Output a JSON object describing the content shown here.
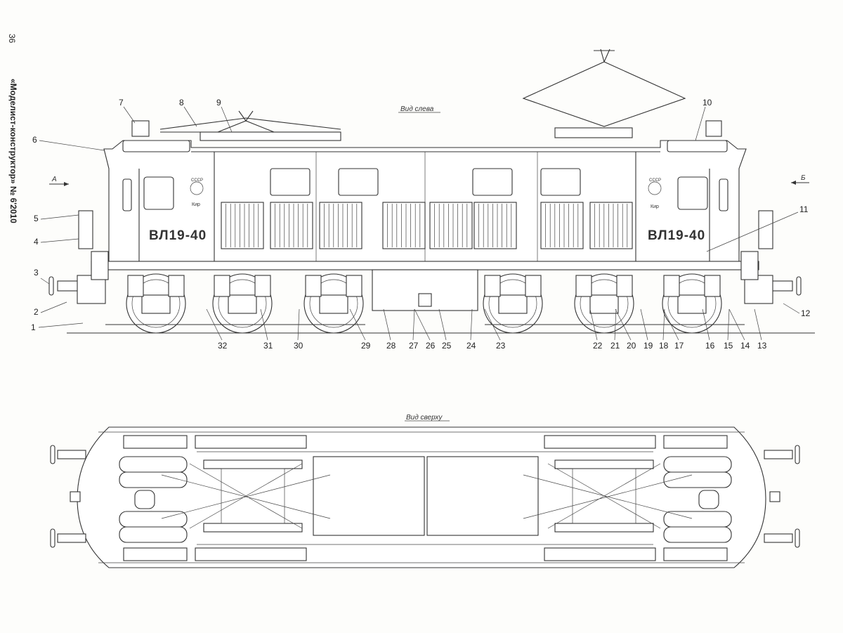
{
  "page_number": "36",
  "journal": "«Моделист-конструктор» № 6'2010",
  "views": {
    "side_title": "Вид слева",
    "top_title": "Вид сверху",
    "arrow_a": "А",
    "arrow_b": "Б"
  },
  "loco": {
    "number_left": "ВЛ19-40",
    "number_right": "ВЛ19-40",
    "emblem_left": "Кир",
    "emblem_right": "Кир",
    "emblem_top": "СССР"
  },
  "callouts": {
    "left": [
      "7",
      "8",
      "9",
      "6",
      "5",
      "4",
      "3",
      "2",
      "1"
    ],
    "right": [
      "10",
      "11",
      "12"
    ],
    "bottom": [
      "32",
      "31",
      "30",
      "29",
      "28",
      "27",
      "26",
      "25",
      "24",
      "23",
      "22",
      "21",
      "20",
      "19",
      "18",
      "17",
      "16",
      "15",
      "14",
      "13"
    ]
  }
}
